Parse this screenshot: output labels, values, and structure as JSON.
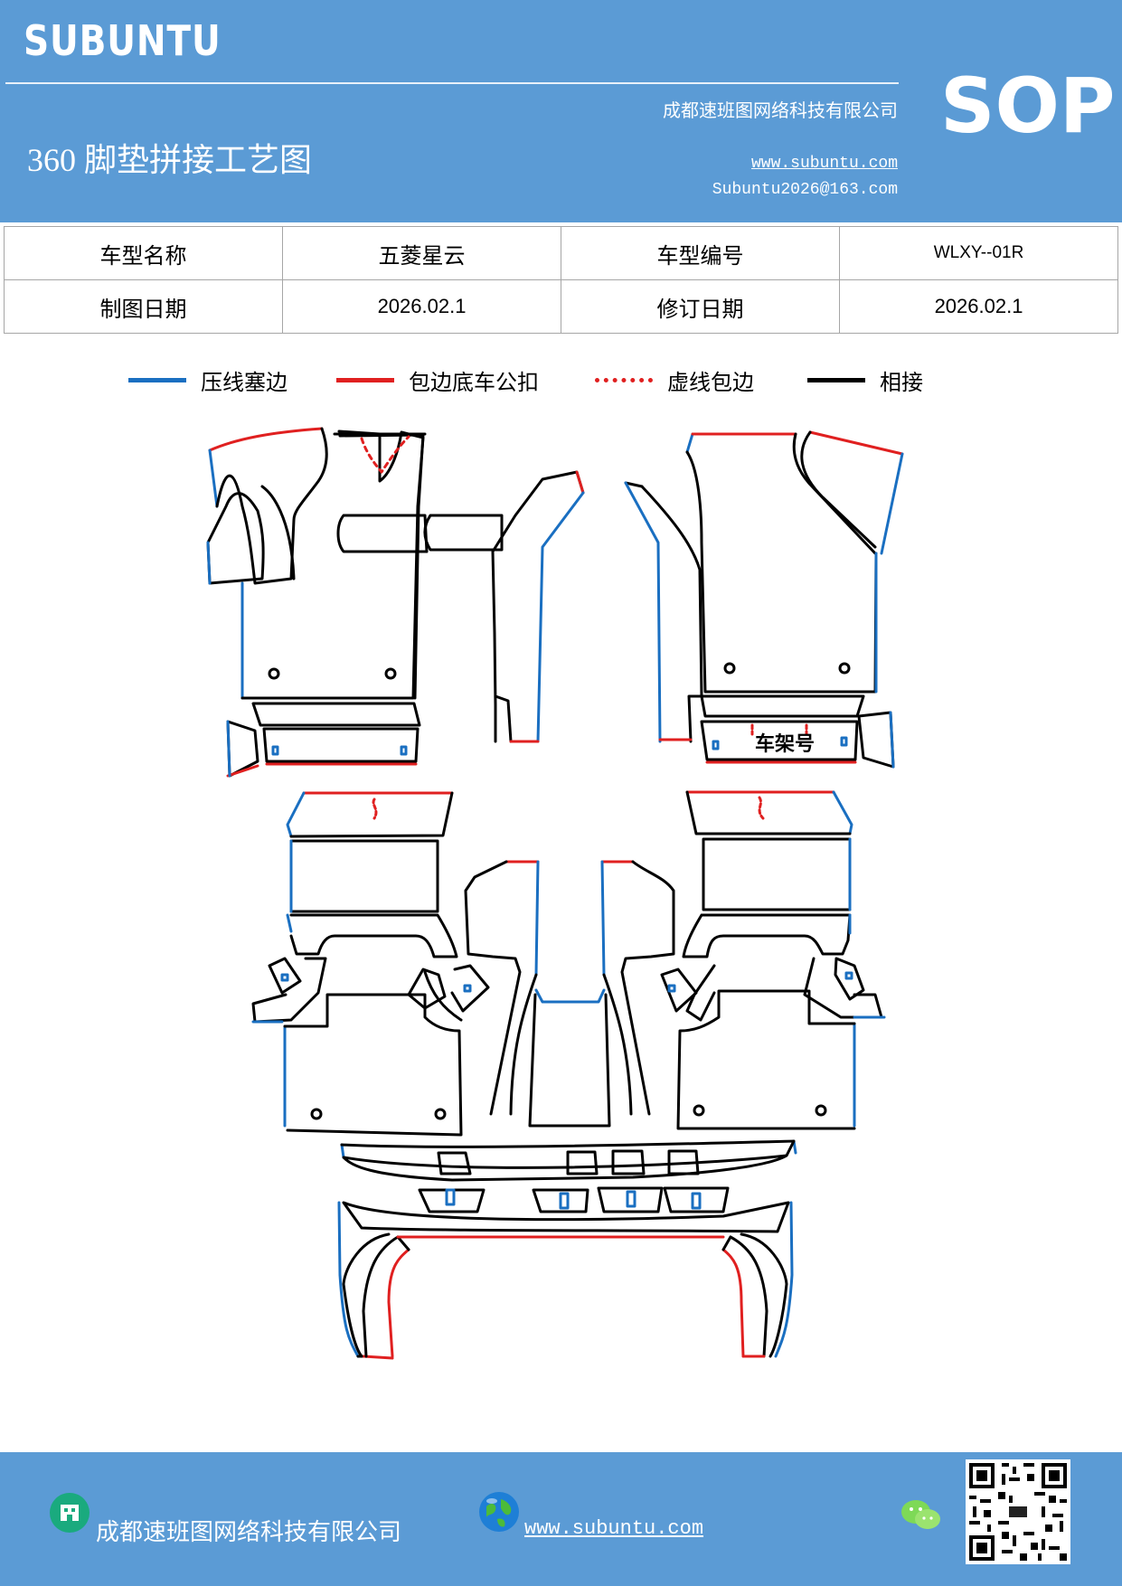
{
  "header": {
    "brand": "SUBUNTU",
    "company": "成都速班图网络科技有限公司",
    "title": "360 脚垫拼接工艺图",
    "website": "www.subuntu.com",
    "email": "Subuntu2026@163.com",
    "badge": "SOP"
  },
  "info_table": {
    "row1": {
      "label1": "车型名称",
      "value1": "五菱星云",
      "label2": "车型编号",
      "value2": "WLXY--01R"
    },
    "row2": {
      "label1": "制图日期",
      "value1": "2026.02.1",
      "label2": "修订日期",
      "value2": "2026.02.1"
    }
  },
  "legend": [
    {
      "label": "压线塞边",
      "color": "#1a6fc1",
      "style": "solid"
    },
    {
      "label": "包边底车公扣",
      "color": "#e02020",
      "style": "solid"
    },
    {
      "label": "虚线包边",
      "color": "#e02020",
      "style": "dotted"
    },
    {
      "label": "相接",
      "color": "#000000",
      "style": "solid"
    }
  ],
  "diagram": {
    "frame_label": "车架号"
  },
  "footer": {
    "company": "成都速班图网络科技有限公司",
    "website": "www.subuntu.com",
    "company_icon": "building-icon",
    "web_icon": "globe-icon",
    "wechat_icon": "wechat-icon",
    "qr": "qr-code"
  }
}
